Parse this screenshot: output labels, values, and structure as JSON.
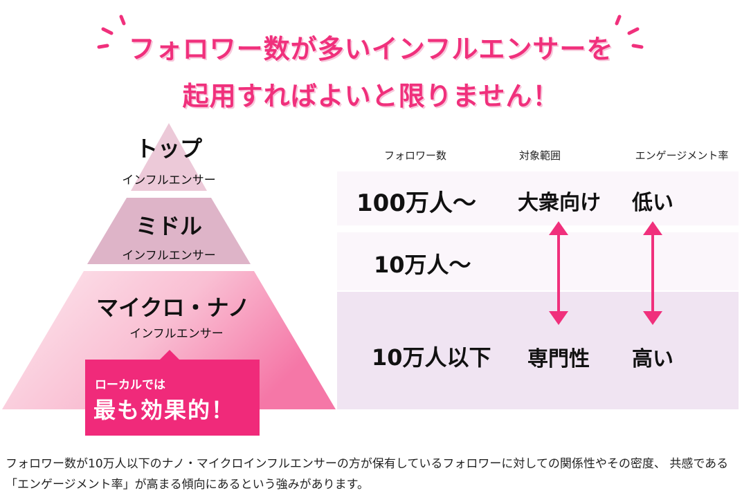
{
  "title": {
    "line1": "フォロワー数が多いインフルエンサーを",
    "line2": "起用すればよいと限りません！"
  },
  "pyramid": {
    "tiers": [
      {
        "name": "トップ",
        "sub": "インフルエンサー"
      },
      {
        "name": "ミドル",
        "sub": "インフルエンサー"
      },
      {
        "name": "マイクロ・ナノ",
        "sub": "インフルエンサー"
      }
    ],
    "callout": {
      "small": "ローカルでは",
      "big": "最も効果的！"
    }
  },
  "table": {
    "headers": [
      "フォロワー数",
      "対象範囲",
      "エンゲージメント率"
    ],
    "rows": [
      {
        "followers": "100万人～",
        "scope": "大衆向け",
        "engagement": "低い"
      },
      {
        "followers": "10万人～",
        "scope": "",
        "engagement": ""
      },
      {
        "followers": "10万人以下",
        "scope": "専門性",
        "engagement": "高い"
      }
    ]
  },
  "description": "フォロワー数が10万人以下のナノ・マイクロインフルエンサーの方が保有しているフォロワーに対しての関係性やその密度、 共感である「エンゲージメント率」が高まる傾向にあるという強みがあります。",
  "colors": {
    "accent": "#f0307c",
    "tier_top": "#ecc9d8",
    "tier_mid": "#deb4c8",
    "band_light": "#fbf6fb",
    "band_dark": "#f0e4f2"
  }
}
